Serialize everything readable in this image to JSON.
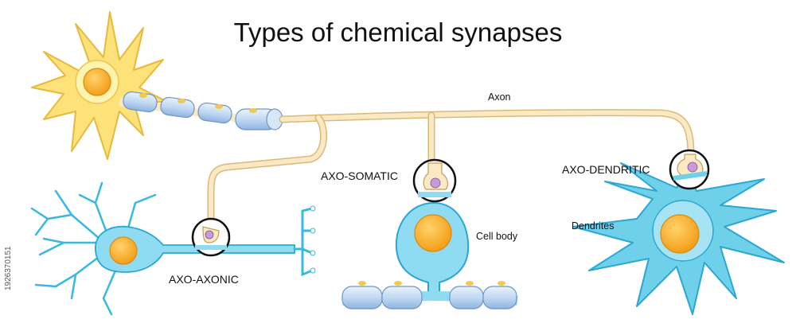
{
  "title": "Types of chemical synapses",
  "labels": {
    "axon": "Axon",
    "axo_somatic": "AXO-SOMATIC",
    "axo_dendritic": "AXO-DENDRITIC",
    "axo_axonic": "AXO-AXONIC",
    "cell_body": "Cell body",
    "dendrites": "Dendrites"
  },
  "stock_id": "1926370151",
  "colors": {
    "presynaptic_neuron": "#fde27a",
    "axon": "#fbe9c4",
    "myelin": "#c8dff5",
    "nucleus": "#f5a623",
    "postsynaptic_neuron": "#6fd0ea",
    "synapse_ring": "#111111"
  }
}
